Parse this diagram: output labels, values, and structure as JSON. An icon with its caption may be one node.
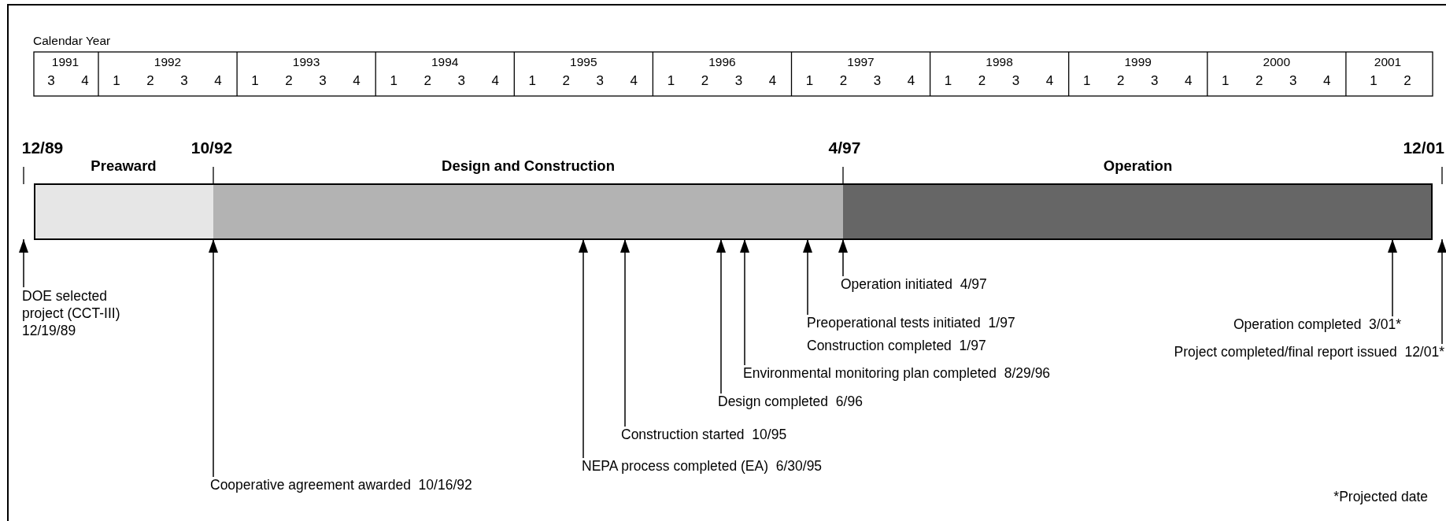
{
  "diagram": {
    "nodes": [
      {
        "text": [
          "Preaward"
        ]
      },
      {
        "text": [
          "Design and Construction"
        ]
      },
      {
        "text": [
          "Operation"
        ]
      },
      {
        "text": [
          "DOE selected project (CCT-III) 12/19/89"
        ]
      },
      {
        "text": [
          "Cooperative agreement awarded  10/16/92"
        ]
      },
      {
        "text": [
          "NEPA process completed (EA)  6/30/95"
        ]
      },
      {
        "text": [
          "Construction started  10/95"
        ]
      },
      {
        "text": [
          "Design completed  6/96"
        ]
      },
      {
        "text": [
          "Environmental monitoring plan completed  8/29/96"
        ]
      },
      {
        "text": [
          "Preoperational tests initiated  1/97",
          "Construction completed  1/97"
        ]
      },
      {
        "text": [
          "Operation initiated  4/97"
        ]
      },
      {
        "text": [
          "Operation completed  3/01*"
        ]
      },
      {
        "text": [
          "Project completed/final report issued  12/01*"
        ]
      }
    ],
    "edges": [
      {
        "from": 3,
        "to": 0,
        "arrow": "to"
      },
      {
        "from": 4,
        "to": 1,
        "arrow": "to"
      },
      {
        "from": 5,
        "to": 1,
        "arrow": "to"
      },
      {
        "from": 6,
        "to": 1,
        "arrow": "to"
      },
      {
        "from": 7,
        "to": 1,
        "arrow": "to"
      },
      {
        "from": 8,
        "to": 1,
        "arrow": "to"
      },
      {
        "from": 9,
        "to": 1,
        "arrow": "to"
      },
      {
        "from": 10,
        "to": 2,
        "arrow": "to"
      },
      {
        "from": 11,
        "to": 2,
        "arrow": "to"
      },
      {
        "from": 12,
        "to": 2,
        "arrow": "to"
      }
    ],
    "labels": [
      "Calendar Year",
      "1991",
      "1992",
      "1993",
      "1994",
      "1995",
      "1996",
      "1997",
      "1998",
      "1999",
      "2000",
      "2001",
      "3",
      "4",
      "1",
      "2",
      "3",
      "4",
      "1",
      "2",
      "3",
      "4",
      "1",
      "2",
      "3",
      "4",
      "1",
      "2",
      "3",
      "4",
      "1",
      "2",
      "3",
      "4",
      "1",
      "2",
      "3",
      "4",
      "1",
      "2",
      "3",
      "4",
      "1",
      "2",
      "3",
      "4",
      "1",
      "2",
      "3",
      "4",
      "1",
      "2",
      "12/89",
      "10/92",
      "4/97",
      "12/01",
      "*Projected date"
    ]
  }
}
